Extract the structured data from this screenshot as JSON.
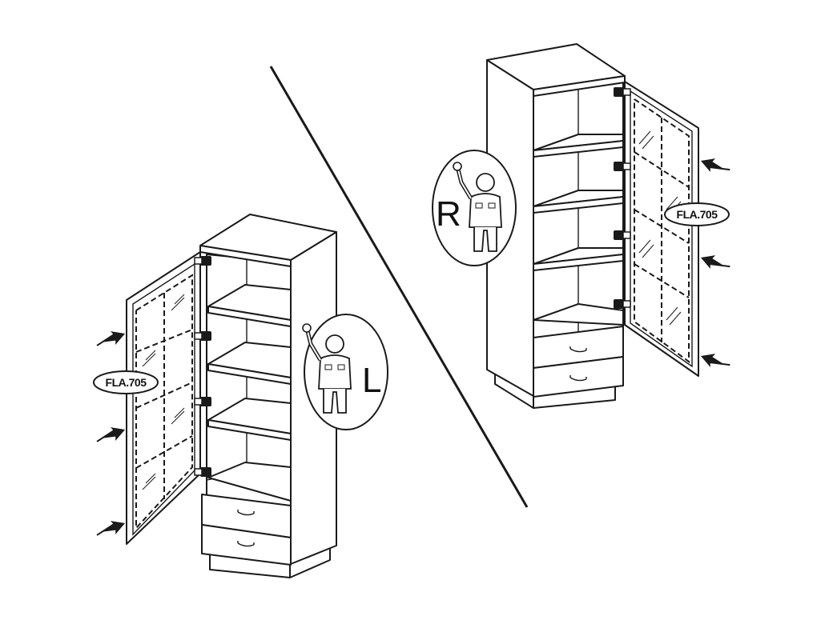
{
  "labels": {
    "left_part_code": "FLA.705",
    "right_part_code": "FLA.705",
    "left_hand": "L",
    "right_hand": "R"
  },
  "colors": {
    "line": "#1a1a1a",
    "background": "#ffffff"
  },
  "icons": [
    "arrow-icon",
    "hinge-icon",
    "person-icon",
    "drawer-handle-icon"
  ]
}
